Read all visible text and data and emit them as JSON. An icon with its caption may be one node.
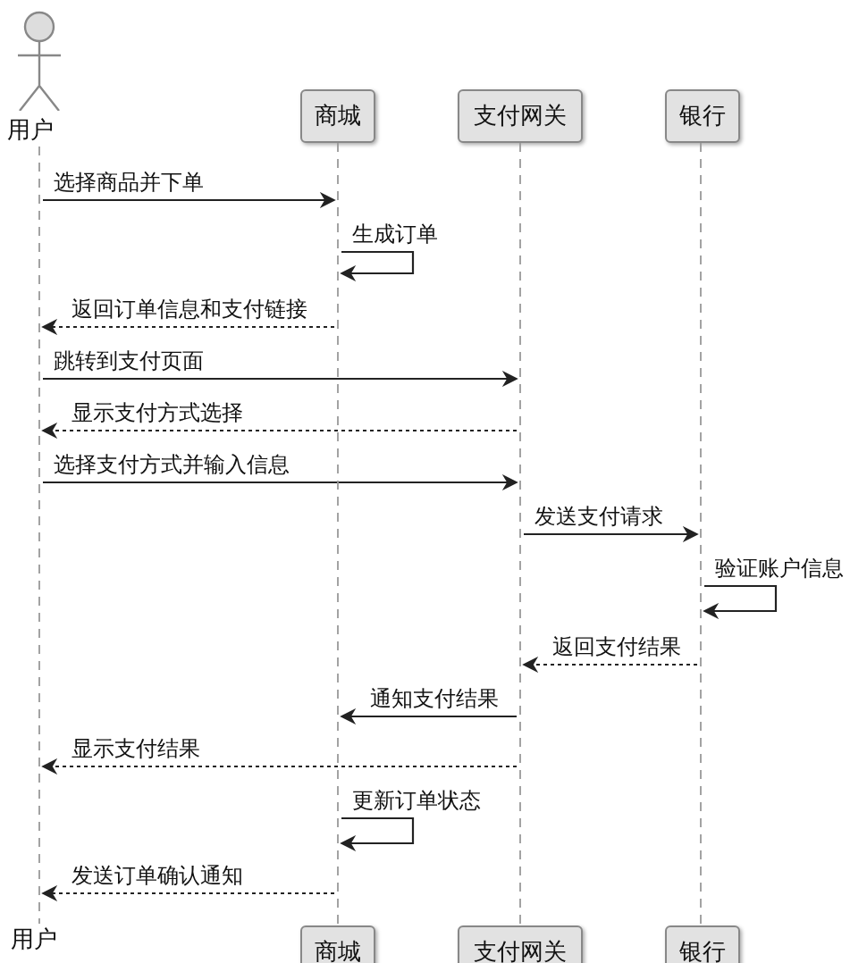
{
  "diagram": {
    "nodes": [
      {
        "text": [
          "用户"
        ]
      },
      {
        "text": [
          "商城"
        ]
      },
      {
        "text": [
          "支付网关"
        ]
      },
      {
        "text": [
          "银行"
        ]
      },
      {
        "text": [],
        "shape": "bar"
      },
      {
        "text": [],
        "shape": "bar"
      },
      {
        "text": [],
        "shape": "bar"
      },
      {
        "text": [],
        "shape": "bar"
      },
      {
        "text": [
          "用户"
        ]
      },
      {
        "text": [
          "商城"
        ]
      },
      {
        "text": [
          "支付网关"
        ]
      },
      {
        "text": [
          "银行"
        ]
      }
    ],
    "edges": [
      {
        "from": 4,
        "to": 5,
        "arrow": "to",
        "label": "选择商品并下单"
      },
      {
        "from": 5,
        "to": 5,
        "arrow": "to",
        "label": "生成订单"
      },
      {
        "from": 5,
        "to": 4,
        "arrow": "to",
        "label": "返回订单信息和支付链接",
        "style": "dashed"
      },
      {
        "from": 4,
        "to": 6,
        "arrow": "to",
        "label": "跳转到支付页面"
      },
      {
        "from": 6,
        "to": 4,
        "arrow": "to",
        "label": "显示支付方式选择",
        "style": "dashed"
      },
      {
        "from": 4,
        "to": 6,
        "arrow": "to",
        "label": "选择支付方式并输入信息"
      },
      {
        "from": 6,
        "to": 7,
        "arrow": "to",
        "label": "发送支付请求"
      },
      {
        "from": 7,
        "to": 7,
        "arrow": "to",
        "label": "验证账户信息"
      },
      {
        "from": 7,
        "to": 6,
        "arrow": "to",
        "label": "返回支付结果",
        "style": "dashed"
      },
      {
        "from": 6,
        "to": 5,
        "arrow": "to",
        "label": "通知支付结果"
      },
      {
        "from": 6,
        "to": 4,
        "arrow": "to",
        "label": "显示支付结果",
        "style": "dashed"
      },
      {
        "from": 5,
        "to": 5,
        "arrow": "to",
        "label": "更新订单状态"
      },
      {
        "from": 5,
        "to": 4,
        "arrow": "to",
        "label": "发送订单确认通知",
        "style": "dashed"
      }
    ]
  }
}
